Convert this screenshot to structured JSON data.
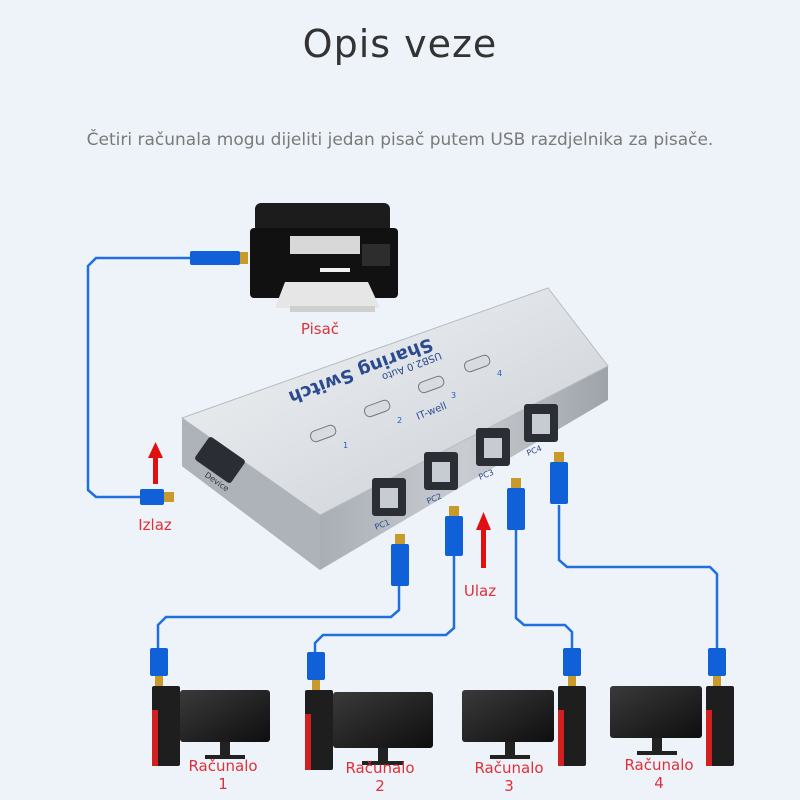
{
  "title": "Opis veze",
  "subtitle": "Četiri računala mogu dijeliti jedan pisač putem USB razdjelnika za pisače.",
  "labels": {
    "printer": "Pisač",
    "output": "Izlaz",
    "input": "Ulaz"
  },
  "computers": [
    {
      "line1": "Računalo",
      "line2": "1"
    },
    {
      "line1": "Računalo",
      "line2": "2"
    },
    {
      "line1": "Računalo",
      "line2": "3"
    },
    {
      "line1": "Računalo",
      "line2": "4"
    }
  ],
  "device": {
    "brand": "IT-well",
    "line1": "Sharing Switch",
    "line2": "USB2.0 Auto",
    "device_port": "Device",
    "ports": [
      "PC1",
      "PC2",
      "PC3",
      "PC4"
    ],
    "button_numbers": [
      "1",
      "2",
      "3",
      "4"
    ]
  },
  "colors": {
    "cable": "#1f6fe0",
    "connector": "#1060d8",
    "label_red": "#e0303a",
    "arrow_red": "#e01010"
  }
}
